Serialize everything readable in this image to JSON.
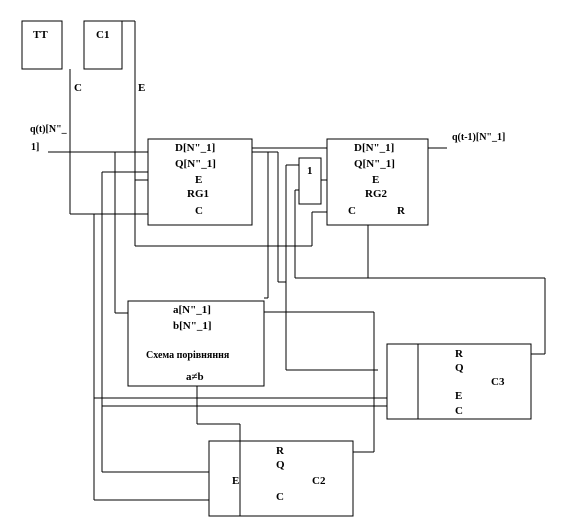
{
  "blocks": {
    "tt": {
      "label": "TT"
    },
    "c1": {
      "label": "C1"
    },
    "rg1": {
      "pins": [
        "D[N\"_1]",
        "Q[N\"_1]",
        "E",
        "RG1",
        "C"
      ]
    },
    "rg2": {
      "pins": [
        "D[N\"_1]",
        "Q[N\"_1]",
        "E",
        "RG2",
        "C",
        "R"
      ]
    },
    "or_gate": {
      "label": "1"
    },
    "comparator": {
      "pins": [
        "a[N\"_1]",
        "b[N\"_1]",
        "Схема порівняння",
        "a≠b"
      ]
    },
    "c3": {
      "pins": [
        "R",
        "Q",
        "C3",
        "E",
        "C"
      ]
    },
    "c2": {
      "pins": [
        "R",
        "Q",
        "C2",
        "E",
        "C"
      ]
    }
  },
  "signals": {
    "clock_line": "C",
    "enable_line": "E",
    "input": "q(t)[N\"_",
    "input_cont": "1]",
    "output": "q(t-1)[N\"_1]"
  }
}
